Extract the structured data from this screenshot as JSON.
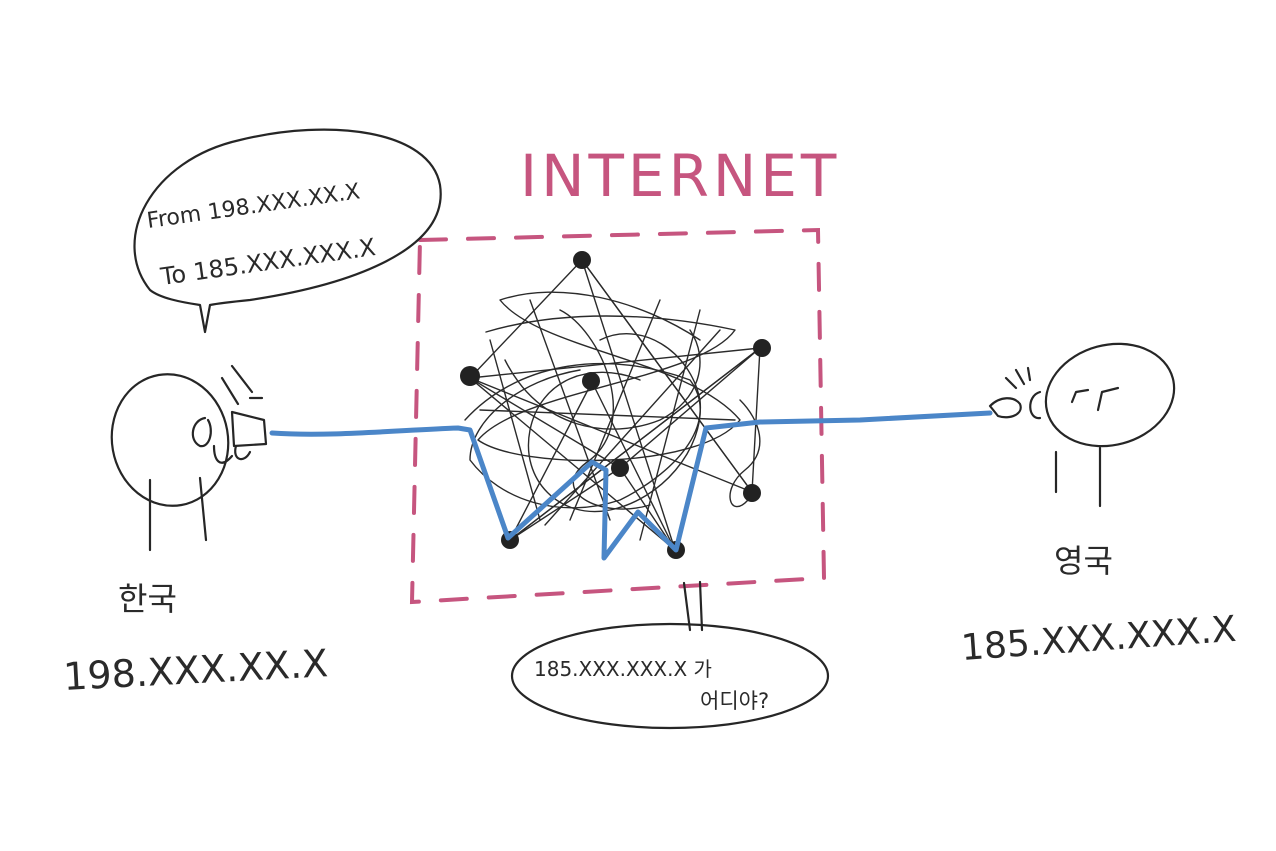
{
  "title": "INTERNET",
  "sender": {
    "country": "한국",
    "ip": "198.XXX.XX.X"
  },
  "receiver": {
    "country": "영국",
    "ip": "185.XXX.XXX.X"
  },
  "speech_bubble": {
    "from_line": "From 198.XXX.XX.X",
    "to_line": "To 185.XXX.XXX.X"
  },
  "question_bubble": {
    "line1": "185.XXX.XXX.X 가",
    "line2": "어디야?"
  },
  "colors": {
    "title": "#c6557f",
    "internet_box": "#c6557f",
    "route": "#4b86c8",
    "ink": "#262626"
  }
}
